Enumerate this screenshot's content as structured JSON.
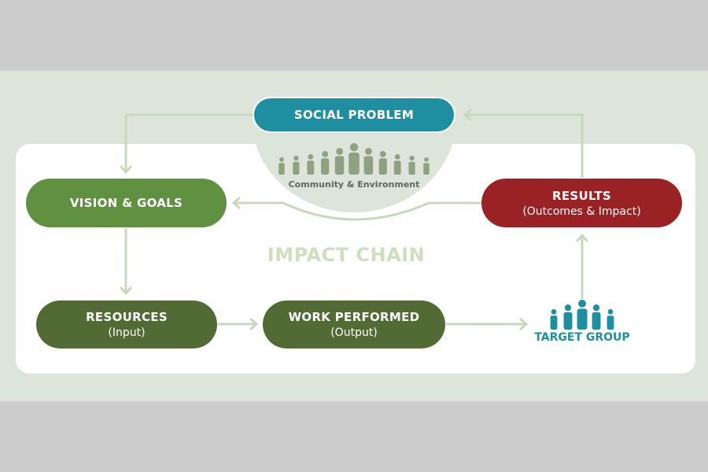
{
  "diagram": {
    "title": "IMPACT CHAIN",
    "nodes": {
      "social_problem": {
        "title": "SOCIAL PROBLEM",
        "color": "#1d8fa1"
      },
      "community": {
        "label": "Community & Environment",
        "people_count": 11
      },
      "vision_goals": {
        "title": "VISION & GOALS",
        "color": "#609140"
      },
      "results": {
        "title": "RESULTS",
        "subtitle": "(Outcomes & Impact)",
        "color": "#9a2224"
      },
      "resources": {
        "title": "RESOURCES",
        "subtitle": "(Input)",
        "color": "#526b34"
      },
      "work_performed": {
        "title": "WORK PERFORMED",
        "subtitle": "(Output)",
        "color": "#526b34"
      },
      "target_group": {
        "label": "TARGET GROUP",
        "people_count": 5,
        "color": "#1d8fa1"
      }
    },
    "edges": [
      {
        "from": "social_problem",
        "to": "vision_goals"
      },
      {
        "from": "vision_goals",
        "to": "resources"
      },
      {
        "from": "resources",
        "to": "work_performed"
      },
      {
        "from": "work_performed",
        "to": "target_group"
      },
      {
        "from": "target_group",
        "to": "results"
      },
      {
        "from": "results",
        "to": "vision_goals"
      },
      {
        "from": "results",
        "to": "social_problem"
      }
    ]
  }
}
